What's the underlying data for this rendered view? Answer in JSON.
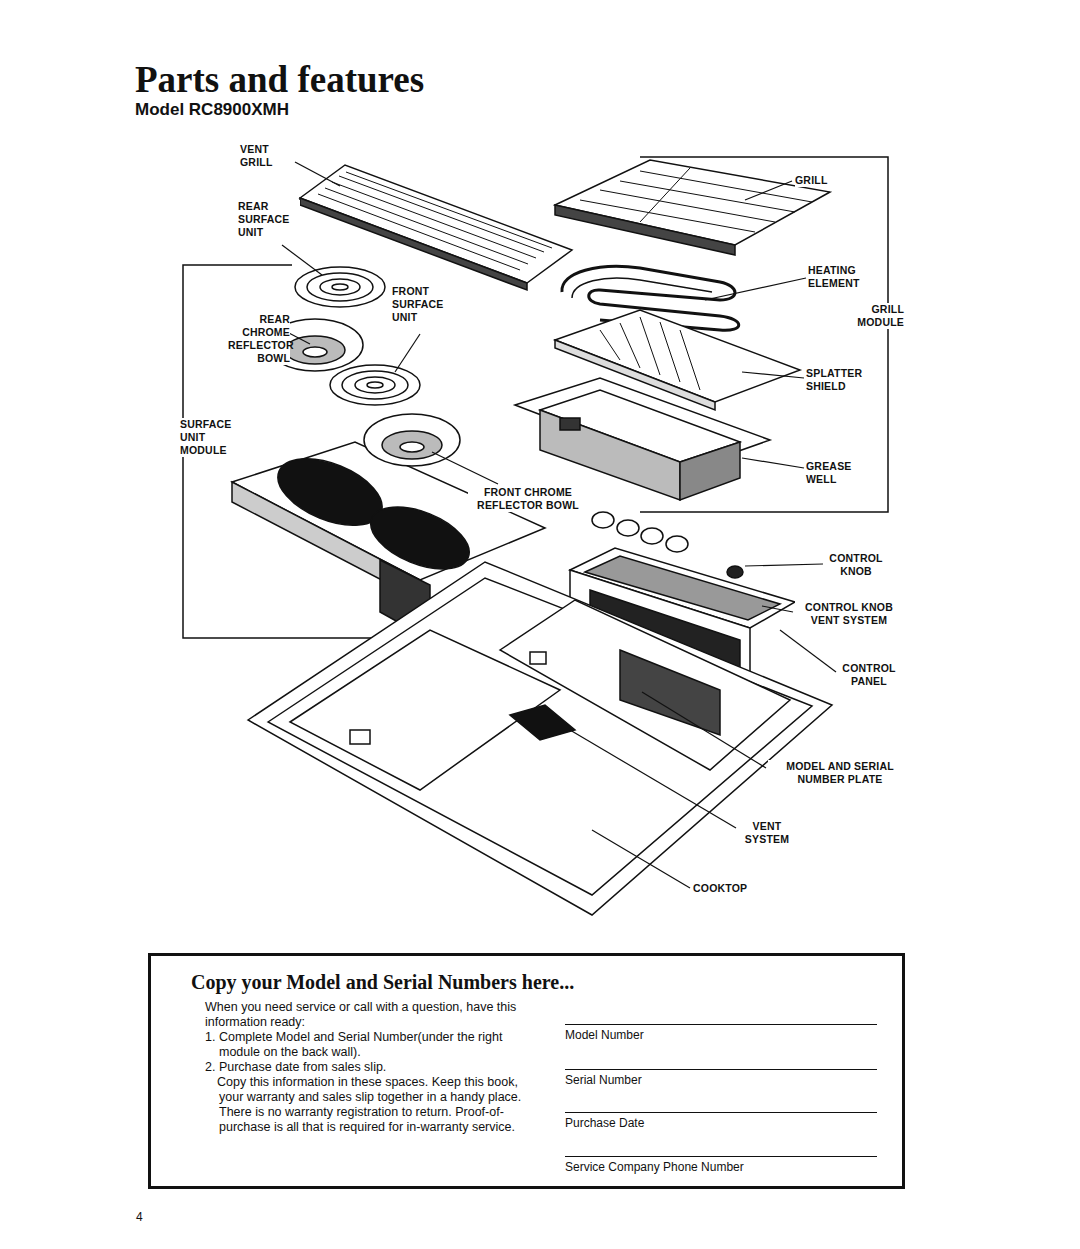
{
  "diagram": {
    "title": "Parts and features",
    "nodes": [
      {
        "text": [
          "Copy your Model and Serial Numbers here...",
          "When you need service or call with a question, have this information ready:",
          "1. Complete Model and Serial Number(under the right module on the back wall).",
          "2. Purchase date from sales slip.",
          "Copy this information in these spaces. Keep this book, your warranty and sales slip together in a handy place. There is no warranty registration to return. Proof-of-purchase is all that is required for in-warranty service.",
          "Model Number",
          "Serial Number",
          "Purchase Date",
          "Service Company Phone Number"
        ]
      }
    ],
    "labels": [
      "Model RC8900XMH",
      "VENT GRILL",
      "REAR SURFACE UNIT",
      "REAR CHROME REFLECTOR BOWL",
      "FRONT SURFACE UNIT",
      "SURFACE UNIT MODULE",
      "FRONT CHROME REFLECTOR BOWL",
      "GRILL",
      "HEATING ELEMENT",
      "GRILL MODULE",
      "SPLATTER SHIELD",
      "GREASE WELL",
      "CONTROL KNOB",
      "CONTROL KNOB VENT SYSTEM",
      "CONTROL PANEL",
      "MODEL AND SERIAL NUMBER PLATE",
      "VENT SYSTEM",
      "COOKTOP",
      "4"
    ]
  }
}
